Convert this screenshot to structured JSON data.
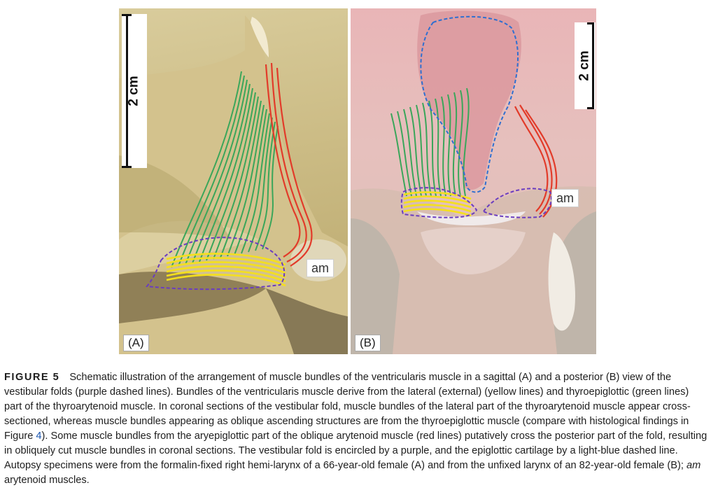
{
  "figure": {
    "label": "FIGURE 5",
    "caption_part1": "Schematic illustration of the arrangement of muscle bundles of the ventricularis muscle in a sagittal (A) and a posterior (B) view of the vestibular folds (purple dashed lines). Bundles of the ventricularis muscle derive from the lateral (external) (yellow lines) and thyroepiglottic (green lines) part of the thyroarytenoid muscle. In coronal sections of the vestibular fold, muscle bundles of the lateral part of the thyroarytenoid muscle appear cross-sectioned, whereas muscle bundles appearing as oblique ascending structures are from the thyroepiglottic muscle (compare with histological findings in Figure ",
    "figure_ref": "4",
    "caption_part2": "). Some muscle bundles from the aryepiglottic part of the oblique arytenoid muscle (red lines) putatively cross the posterior part of the fold, resulting in obliquely cut muscle bundles in coronal sections. The vestibular fold is encircled by a purple, and the epiglottic cartilage by a light-blue dashed line. Autopsy specimens were from the formalin-fixed right hemi-larynx of a 66-year-old female (A) and from the unfixed larynx of an 82-year-old female (B); ",
    "caption_italic": "am",
    "caption_part3": " arytenoid muscles."
  },
  "panel_a": {
    "label": "(A)",
    "scale_label": "2 cm",
    "am_label": "am"
  },
  "panel_b": {
    "label": "(B)",
    "scale_label": "2 cm",
    "am_label": "am"
  },
  "colors": {
    "thyroepiglottic": "#3aa65a",
    "lateral": "#f5e01c",
    "aryepiglottic": "#e23b2a",
    "vestibular_fold": "#6a3cc0",
    "epiglottic_cartilage": "#2f6fd0"
  }
}
